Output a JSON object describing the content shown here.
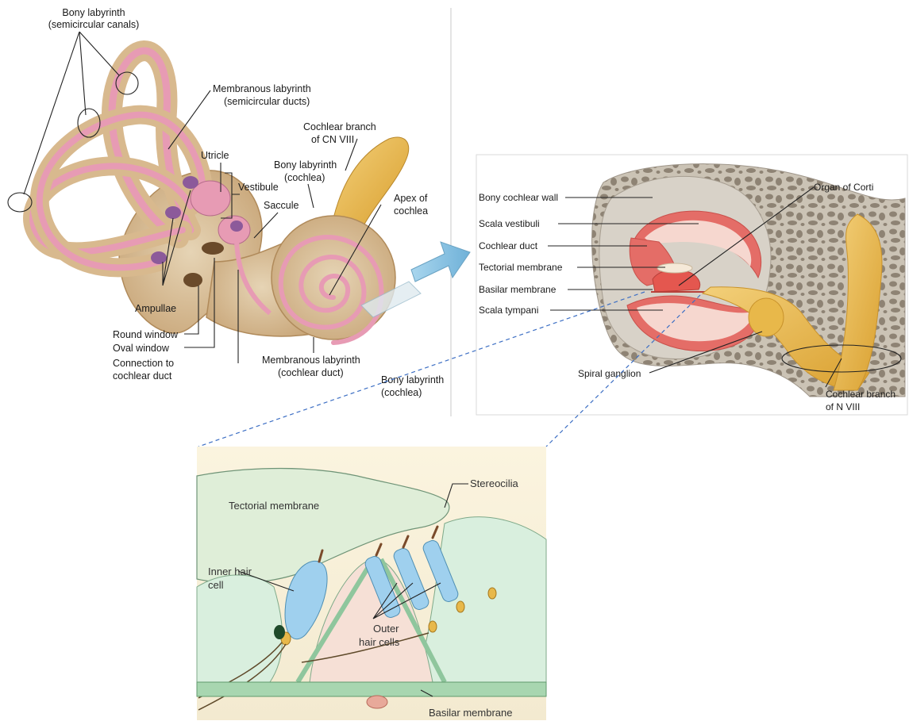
{
  "labyrinth": {
    "bony_labyrinth_canals": [
      "Bony labyrinth",
      "(semicircular canals)"
    ],
    "membranous_semicircular": [
      "Membranous labyrinth",
      "(semicircular ducts)"
    ],
    "cochlear_branch_cn": [
      "Cochlear branch",
      "of CN VIII"
    ],
    "utricle": "Utricle",
    "bony_labyrinth_cochlea": [
      "Bony labyrinth",
      "(cochlea)"
    ],
    "vestibule": "Vestibule",
    "saccule": "Saccule",
    "apex": [
      "Apex of",
      "cochlea"
    ],
    "ampullae": "Ampullae",
    "round_window": "Round window",
    "oval_window": "Oval window",
    "connection": [
      "Connection to",
      "cochlear duct"
    ],
    "membranous_cochlear": [
      "Membranous labyrinth",
      "(cochlear duct)"
    ],
    "bony_labyrinth_cochlea_2": [
      "Bony labyrinth",
      "(cochlea)"
    ]
  },
  "cross_section": {
    "bony_cochlear_wall": "Bony cochlear wall",
    "organ_of_corti": "Organ of Corti",
    "scala_vestibuli": "Scala vestibuli",
    "cochlear_duct": "Cochlear duct",
    "tectorial_membrane": "Tectorial membrane",
    "basilar_membrane": "Basilar membrane",
    "scala_tympani": "Scala tympani",
    "spiral_ganglion": "Spiral ganglion",
    "cochlear_branch_n": [
      "Cochlear branch",
      "of N VIII"
    ]
  },
  "corti": {
    "stereocilia": "Stereocilia",
    "tectorial_membrane": "Tectorial membrane",
    "inner_hair_cell": [
      "Inner hair",
      "cell"
    ],
    "outer_hair_cells": [
      "Outer",
      "hair cells"
    ],
    "basilar_membrane": "Basilar membrane"
  },
  "colors": {
    "membranous": "#e79bb4",
    "bony": "#d8b98e",
    "nerve": "#e8b84a",
    "scala_red": "#e46d67",
    "hair_cell_blue": "#9fd0ee",
    "corti_green": "#a8d6b0",
    "arrow_blue": "#8cc3e0",
    "dash_blue": "#3d6fc4"
  }
}
